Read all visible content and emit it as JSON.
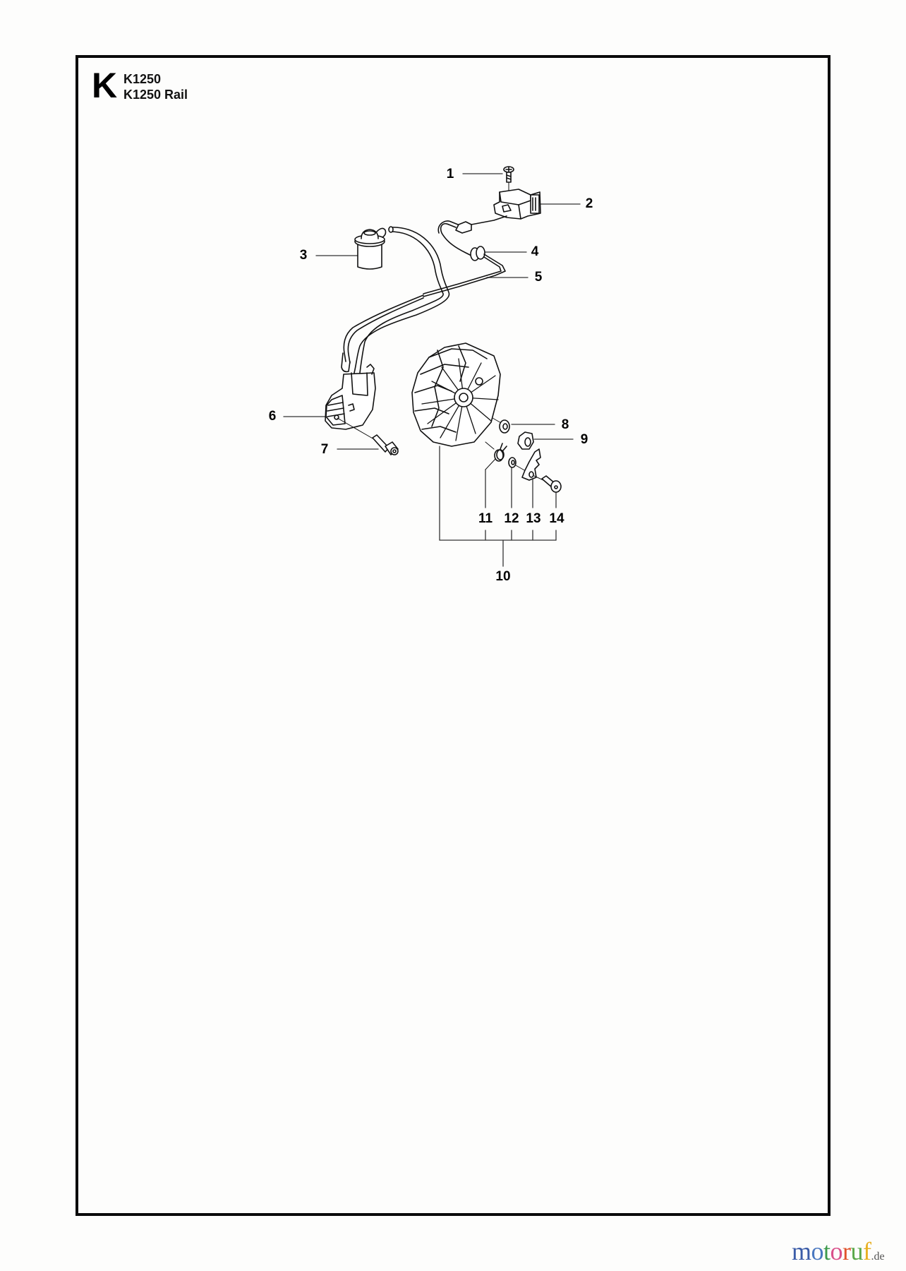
{
  "header": {
    "section_letter": "K",
    "models": [
      "K1250",
      "K1250 Rail"
    ]
  },
  "diagram": {
    "type": "exploded parts diagram",
    "callouts": [
      {
        "number": "1",
        "part": "screw"
      },
      {
        "number": "2",
        "part": "stop switch"
      },
      {
        "number": "3",
        "part": "spark plug cap"
      },
      {
        "number": "4",
        "part": "grommet"
      },
      {
        "number": "5",
        "part": "cable"
      },
      {
        "number": "6",
        "part": "ignition module"
      },
      {
        "number": "7",
        "part": "socket head screw"
      },
      {
        "number": "8",
        "part": "washer"
      },
      {
        "number": "9",
        "part": "nut"
      },
      {
        "number": "10",
        "part": "flywheel assembly"
      },
      {
        "number": "11",
        "part": "spring"
      },
      {
        "number": "12",
        "part": "washer"
      },
      {
        "number": "13",
        "part": "pawl"
      },
      {
        "number": "14",
        "part": "shoulder screw"
      }
    ]
  },
  "watermark": {
    "letters": [
      {
        "char": "m",
        "color": "#3b5ca8"
      },
      {
        "char": "o",
        "color": "#4a78c0"
      },
      {
        "char": "t",
        "color": "#3d9a4c"
      },
      {
        "char": "o",
        "color": "#d9508a"
      },
      {
        "char": "r",
        "color": "#e0532c"
      },
      {
        "char": "u",
        "color": "#5aa84a"
      },
      {
        "char": "f",
        "color": "#e8b022"
      }
    ],
    "tld": ".de"
  }
}
